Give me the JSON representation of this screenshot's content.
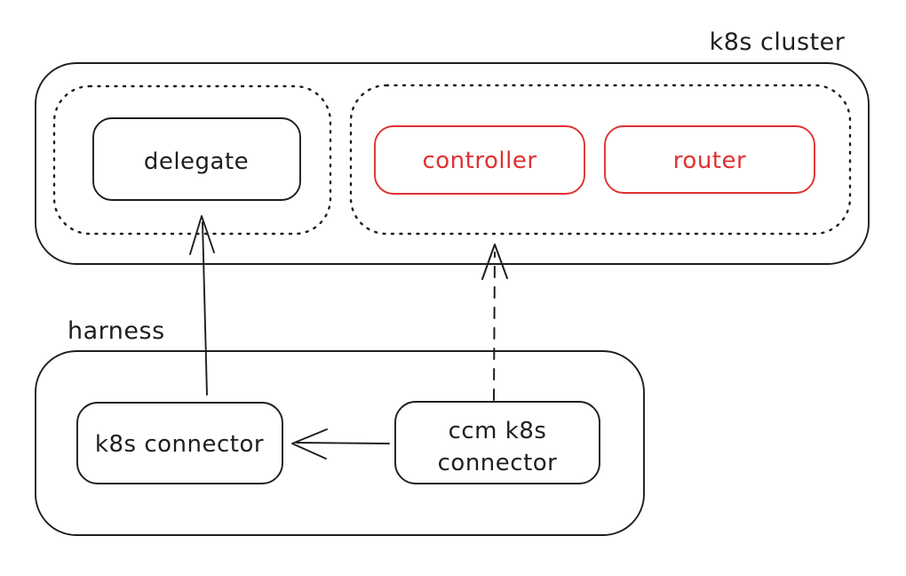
{
  "colors": {
    "ink": "#1e1e1e",
    "red": "#e03131",
    "background": "#ffffff"
  },
  "groups": {
    "k8s_cluster": {
      "label": "k8s cluster"
    },
    "harness": {
      "label": "harness"
    }
  },
  "nodes": {
    "delegate": {
      "label": "delegate"
    },
    "controller": {
      "label": "controller"
    },
    "router": {
      "label": "router"
    },
    "k8s_connector": {
      "label": "k8s connector"
    },
    "ccm_k8s_connector": {
      "label": "ccm k8s connector",
      "line1": "ccm k8s",
      "line2": "connector"
    }
  },
  "edges": [
    {
      "from": "k8s connector",
      "to": "delegate",
      "style": "solid",
      "direction": "up"
    },
    {
      "from": "ccm k8s connector",
      "to": "controller",
      "style": "dashed",
      "direction": "up"
    },
    {
      "from": "ccm k8s connector",
      "to": "k8s connector",
      "style": "solid",
      "direction": "left"
    }
  ]
}
